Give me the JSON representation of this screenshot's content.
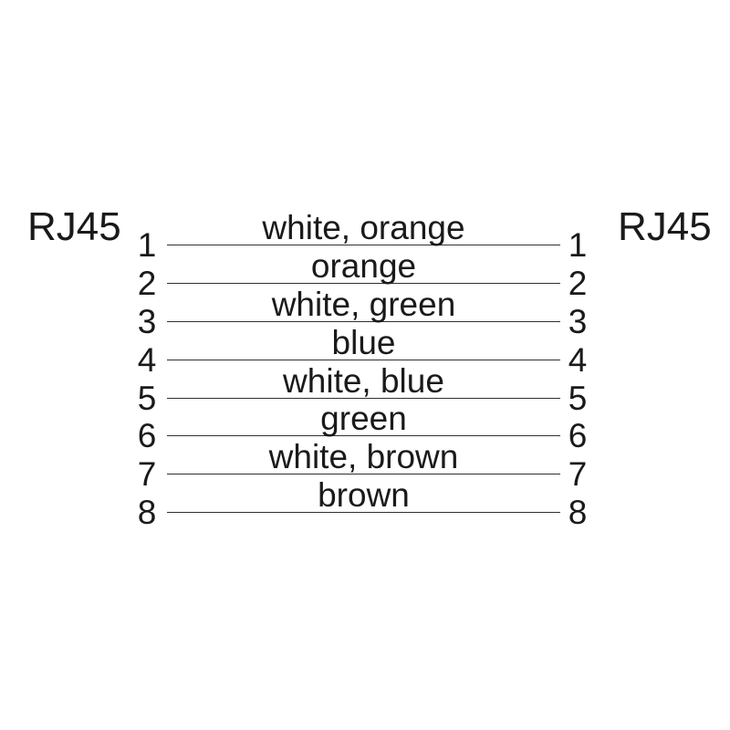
{
  "diagram": {
    "left_connector_label": "RJ45",
    "right_connector_label": "RJ45",
    "rows": [
      {
        "left_pin": "1",
        "color": "white, orange",
        "right_pin": "1"
      },
      {
        "left_pin": "2",
        "color": "orange",
        "right_pin": "2"
      },
      {
        "left_pin": "3",
        "color": "white, green",
        "right_pin": "3"
      },
      {
        "left_pin": "4",
        "color": "blue",
        "right_pin": "4"
      },
      {
        "left_pin": "5",
        "color": "white, blue",
        "right_pin": "5"
      },
      {
        "left_pin": "6",
        "color": "green",
        "right_pin": "6"
      },
      {
        "left_pin": "7",
        "color": "white, brown",
        "right_pin": "7"
      },
      {
        "left_pin": "8",
        "color": "brown",
        "right_pin": "8"
      }
    ],
    "colors": {
      "text": "#1a1a1a",
      "line": "#303030",
      "background": "#ffffff"
    }
  }
}
